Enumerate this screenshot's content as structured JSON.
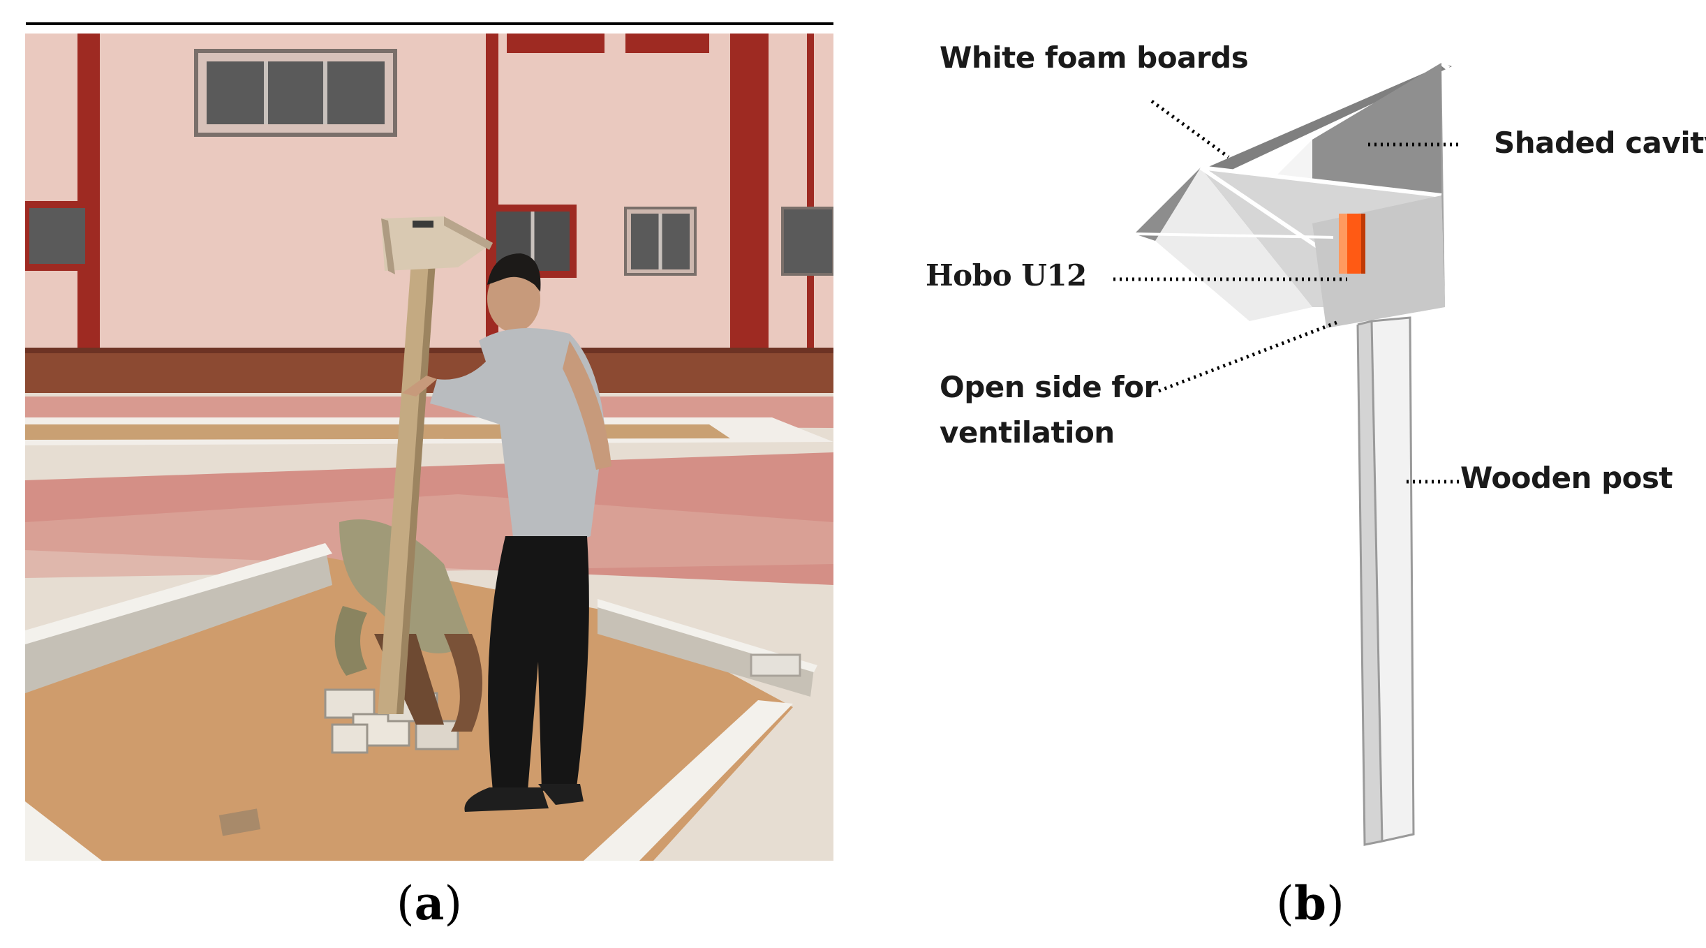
{
  "figure": {
    "panel_a": {
      "caption_letter": "a"
    },
    "panel_b": {
      "caption_letter": "b",
      "labels": {
        "white_foam_boards": "White foam boards",
        "shaded_cavity": "Shaded cavity",
        "hobo_u12": "Hobo U12",
        "open_side_line1": "Open side for",
        "open_side_line2": "ventilation",
        "wooden_post": "Wooden post"
      }
    }
  },
  "colors": {
    "wall": "#eac9bf",
    "wall_trim": "#9e2a22",
    "brick_base": "#8c4a32",
    "paving_red": "#d48f86",
    "paving_light": "#e6ddd2",
    "sand": "#cf9c6c",
    "shirt": "#b9bcbf",
    "trousers": "#151515",
    "foam_dark": "#888888",
    "foam_mid": "#a5a5a5",
    "foam_light": "#d9d9d9",
    "logger_orange": "#ff5a14",
    "post": "#eeeeee"
  }
}
